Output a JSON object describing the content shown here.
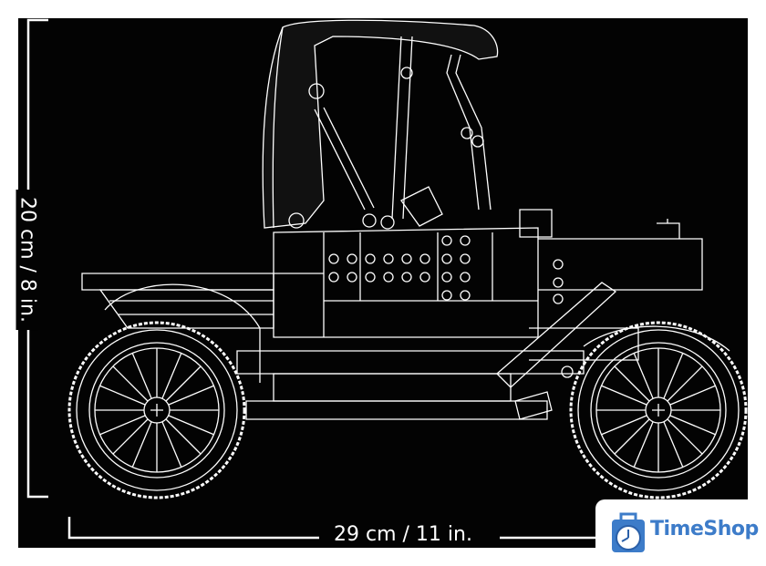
{
  "dimensions": {
    "height_label": "20 cm / 8 in.",
    "width_label": "29 cm / 11 in."
  },
  "logo": {
    "text": "TimeShop",
    "icon": "clock-bag-icon",
    "color": "#3d7cc9"
  },
  "colors": {
    "background": "#030303",
    "lines": "#ffffff"
  }
}
